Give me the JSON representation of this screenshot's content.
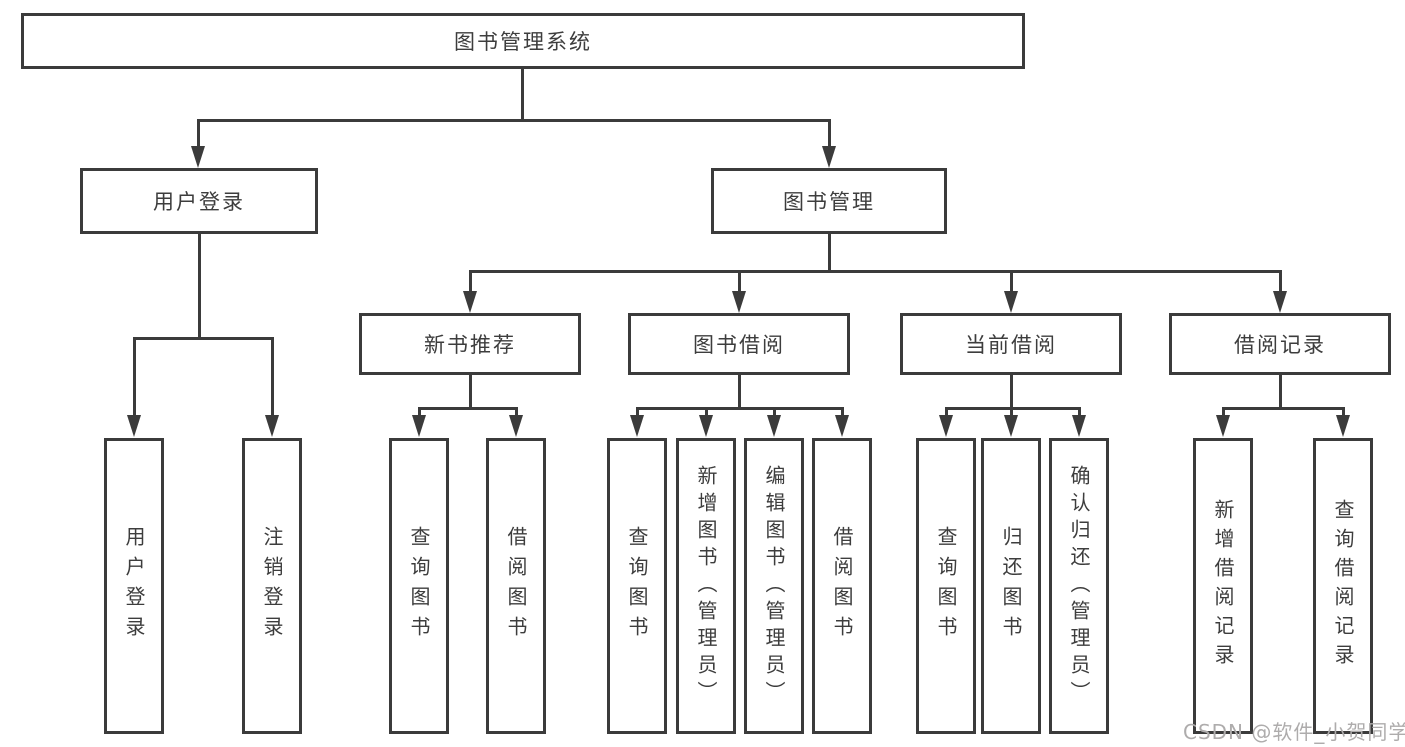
{
  "diagram": {
    "title": "图书管理系统",
    "root": {
      "label": "图书管理系统"
    },
    "level2": [
      {
        "label": "用户登录"
      },
      {
        "label": "图书管理"
      }
    ],
    "level3": [
      {
        "label": "新书推荐",
        "parent": "图书管理"
      },
      {
        "label": "图书借阅",
        "parent": "图书管理"
      },
      {
        "label": "当前借阅",
        "parent": "图书管理"
      },
      {
        "label": "借阅记录",
        "parent": "图书管理"
      }
    ],
    "leaves": [
      {
        "label": "用户登录",
        "parent": "用户登录"
      },
      {
        "label": "注销登录",
        "parent": "用户登录"
      },
      {
        "label": "查询图书",
        "parent": "新书推荐"
      },
      {
        "label": "借阅图书",
        "parent": "新书推荐"
      },
      {
        "label": "查询图书",
        "parent": "图书借阅"
      },
      {
        "label": "新增图书（管理员）",
        "parent": "图书借阅"
      },
      {
        "label": "编辑图书（管理员）",
        "parent": "图书借阅"
      },
      {
        "label": "借阅图书",
        "parent": "图书借阅"
      },
      {
        "label": "查询图书",
        "parent": "当前借阅"
      },
      {
        "label": "归还图书",
        "parent": "当前借阅"
      },
      {
        "label": "确认归还（管理员）",
        "parent": "当前借阅"
      },
      {
        "label": "新增借阅记录",
        "parent": "借阅记录"
      },
      {
        "label": "查询借阅记录",
        "parent": "借阅记录"
      }
    ],
    "watermark": "CSDN @软件_小贺同学",
    "colors": {
      "line": "#3b3b3b",
      "text": "#3d3d3d",
      "watermark": "#aeacac",
      "background": "#ffffff"
    }
  }
}
